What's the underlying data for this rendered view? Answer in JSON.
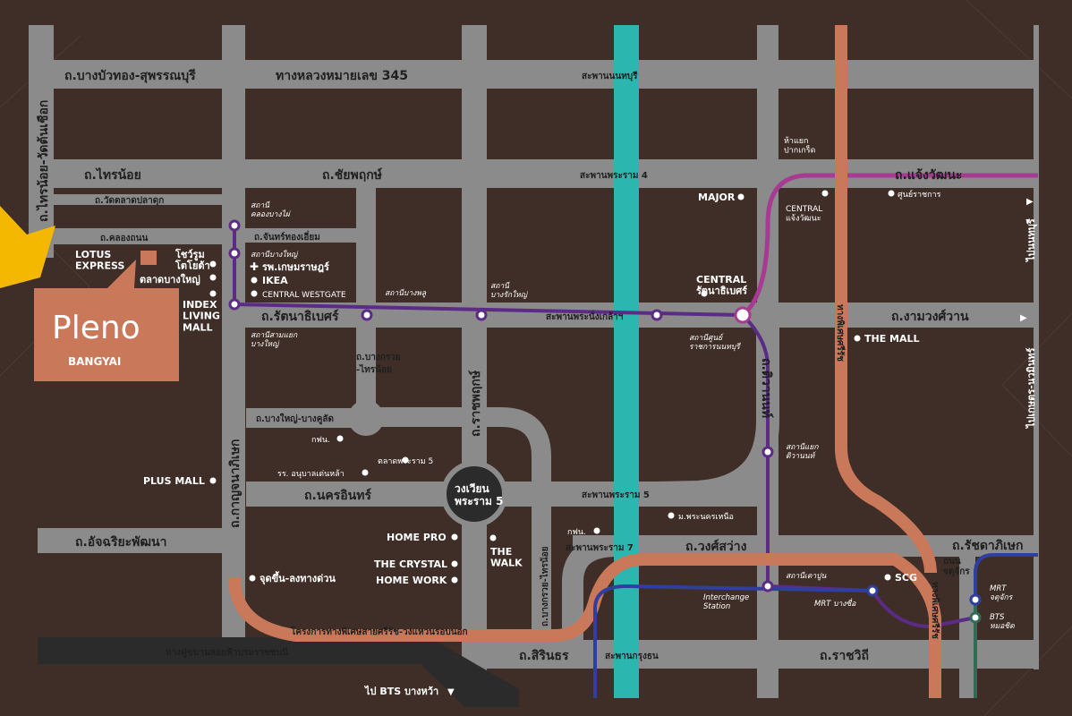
{
  "colors": {
    "background": "#3f2e27",
    "road": "#8b8b8b",
    "river": "#2bb7b0",
    "purple_line": "#5b2b86",
    "pink_line": "#a73b93",
    "orange_line": "#c9785a",
    "blue_line": "#2f3fa0",
    "green_line": "#2f6b55",
    "project_box": "#c9785a",
    "pointer": "#f5b800"
  },
  "project": {
    "logo": "Pleno",
    "subtitle": "BANGYAI"
  },
  "roads": {
    "bangbuathong_suphan": "ถ.บางบัวทอง-สุพรรณบุรี",
    "highway345": "ทางหลวงหมายเลข 345",
    "nonthaburi_bridge": "สะพานนนทบุรี",
    "sainoi": "ถ.ไทรน้อย",
    "chaiyaphruek": "ถ.ชัยพฤกษ์",
    "rama4_bridge": "สะพานพระราม 4",
    "chaengwattana": "ถ.แจ้งวัฒนะ",
    "wat_talat": "ถ.วัดตลาดปลาดุก",
    "khlong_thanon": "ถ.คลองถนน",
    "chan_thong_iam": "ถ.จันทร์ทองเอี่ยม",
    "rattanathibet": "ถ.รัตนาธิเบศร์",
    "phra_nang_klao": "สะพานพระนั่งเกล้าฯ",
    "ngamwongwan": "ถ.งามวงศ์วาน",
    "bangkruai_sainoi": "ถ.บางกรวย\n-ไทรน้อย",
    "bangyai_bangkulat": "ถ.บางใหญ่-บางคูลัด",
    "nakhon_in": "ถ.นครอินทร์",
    "rama5_circle": "วงเวียน\nพระราม 5",
    "rama5_bridge": "สะพานพระราม 5",
    "rama7_bridge": "สะพานพระราม 7",
    "wongsawang": "ถ.วงศ์สว่าง",
    "ratchadaphisek": "ถ.รัชดาภิเษก",
    "atcharia": "ถ.อัจฉริยะพัฒนา",
    "kanchana": "ถ.กาญจนาภิเษก",
    "ratchaphruek": "ถ.ราชพฤกษ์",
    "tiwanon": "ถ.ติวานนท์",
    "bangkruai_sainoi_v": "ถ.บางกรวย-ไทรน้อย",
    "sainoi_watton": "ถ.ไทรน้อย-วัดต้นเชือก",
    "sirindhorn": "ถ.สิรินธร",
    "krungthon_bridge": "สะพานกรุงธน",
    "ratchawithi": "ถ.ราชวิถี",
    "elevated": "ทางคู่ขนานลอยฟ้าบรมราชชนนี",
    "orange_project": "โครงการทางพิเศษสายศรีรัช-วงแหวนรอบนอก",
    "sirat": "ทางพิเศษศรีรัช",
    "jatujak": "ถนน\nจตุจักร",
    "to_nonthaburi": "ไปนนทบุรี",
    "to_kaset": "ไปเกษตร-นวมินทร์",
    "to_bts": "ไป BTS บางหว้า"
  },
  "landmarks": {
    "lotus": "LOTUS\nEXPRESS",
    "showroom": "โชว์รูม\nโตโยต้า",
    "talat_bangyai": "ตลาดบางใหญ่",
    "index": "INDEX\nLIVING\nMALL",
    "plus_mall": "PLUS MALL",
    "ikea": "IKEA",
    "central_westgate": "CENTRAL WESTGATE",
    "hospital": "รพ.เกษมราษฎร์",
    "major": "MAJOR",
    "central_chaeng": "CENTRAL\nแจ้งวัฒนะ",
    "government_center": "ศูนย์ราชการ",
    "central_rattana": "CENTRAL\nรัตนาธิเบศร์",
    "pak_kret": "ห้าแยก\nปากเกร็ด",
    "the_mall": "THE MALL",
    "kfp1": "กฟน.",
    "talat_rama5": "ตลาดพระราม 5",
    "school": "รร. อนุบาลเด่นหล้า",
    "home_pro": "HOME PRO",
    "crystal": "THE CRYSTAL",
    "home_work": "HOME WORK",
    "the_walk": "THE\nWALK",
    "kfp2": "กฟน.",
    "university": "ม.พระนครเหนือ",
    "scg": "SCG",
    "expressway_ramp": "จุดขึ้น-ลงทางด่วน"
  },
  "stations": {
    "khlong_bang_phai": "สถานี\nคลองบางไผ่",
    "bang_yai": "สถานีบางใหญ่",
    "sam_yaek": "สถานีสามแยก\nบางใหญ่",
    "bang_phlu": "สถานีบางพลู",
    "bang_rak_yai": "สถานี\nบางรักใหญ่",
    "government": "สถานีศูนย์\nราชการนนทบุรี",
    "yaek_tiwanon": "สถานีแยก\nติวานนท์",
    "tao_pun": "สถานีเตาปูน",
    "interchange": "Interchange\nStation",
    "mrt_bangsue": "MRT บางซื่อ",
    "mrt_jatujak": "MRT\nจตุจักร",
    "bts_mochit": "BTS\nหมอชิต"
  }
}
